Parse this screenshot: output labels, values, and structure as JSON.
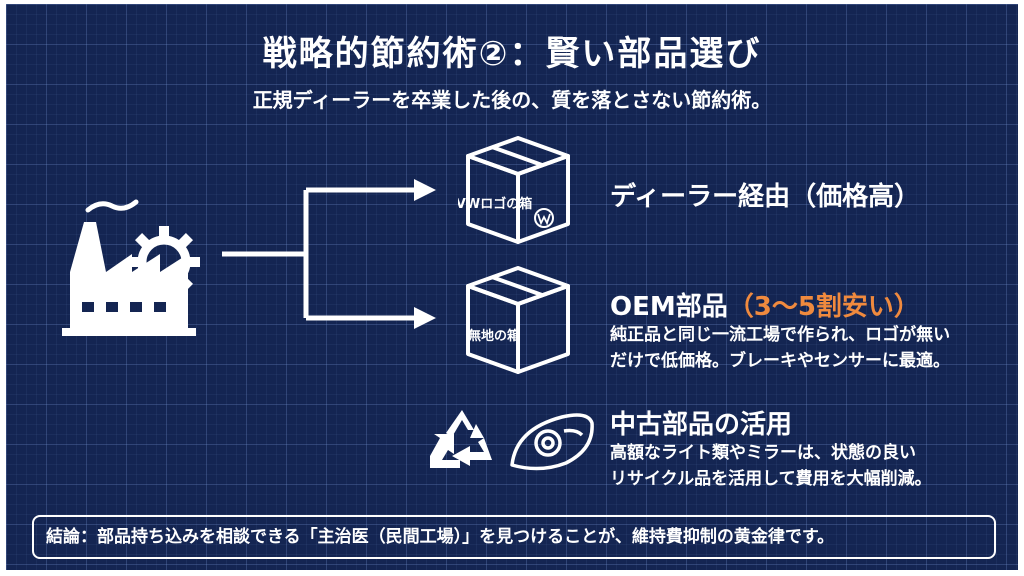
{
  "title": "戦略的節約術②：賢い部品選び",
  "subtitle": "正規ディーラーを卒業した後の、質を落とさない節約術。",
  "options": [
    {
      "box_label": "VWロゴの箱",
      "heading": "ディーラー経由（価格高）",
      "icon": "box-with-vw-logo-icon"
    },
    {
      "box_label": "無地の箱",
      "heading": "OEM部品",
      "heading_accent": "（3〜5割安い）",
      "description_lines": [
        "純正品と同じ一流工場で作られ、ロゴが無い",
        "だけで低価格。ブレーキやセンサーに最適。"
      ],
      "icon": "plain-box-icon"
    },
    {
      "heading": "中古部品の活用",
      "description_lines": [
        "高額なライト類やミラーは、状態の良い",
        "リサイクル品を活用して費用を大幅削減。"
      ],
      "icons": [
        "recycle-icon",
        "headlight-icon"
      ]
    }
  ],
  "source_icon": "factory-gear-icon",
  "conclusion": "結論：部品持ち込みを相談できる「主治医（民間工場）」を見つけることが、維持費抑制の黄金律です。",
  "colors": {
    "background": "#142552",
    "text": "#ffffff",
    "accent": "#f08a3e"
  }
}
